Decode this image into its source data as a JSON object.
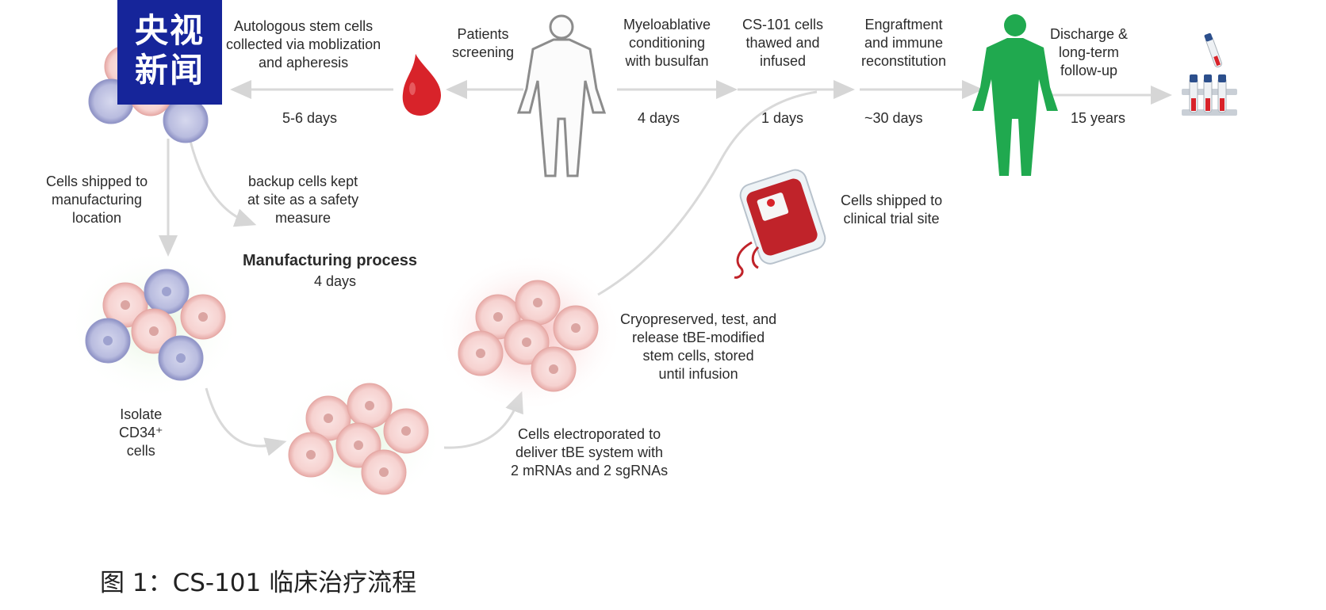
{
  "logo": {
    "line1": "央视",
    "line2": "新闻"
  },
  "timeline": {
    "collection": {
      "lines": [
        "Autologous stem cells",
        "collected via moblization",
        "and apheresis"
      ],
      "duration": "5-6 days"
    },
    "screening": {
      "lines": [
        "Patients",
        "screening"
      ]
    },
    "conditioning": {
      "lines": [
        "Myeloablative",
        "conditioning",
        "with busulfan"
      ],
      "duration": "4 days"
    },
    "infusion": {
      "lines": [
        "CS-101 cells",
        "thawed and",
        "infused"
      ],
      "duration": "1 days"
    },
    "engraftment": {
      "lines": [
        "Engraftment",
        "and immune",
        "reconstitution"
      ],
      "duration": "~30 days"
    },
    "followup": {
      "lines": [
        "Discharge &",
        "long-term",
        "follow-up"
      ],
      "duration": "15 years"
    }
  },
  "manufacturing": {
    "shipped_to_manufacturing": [
      "Cells shipped to",
      "manufacturing",
      "location"
    ],
    "backup": [
      "backup cells kept",
      "at site as a safety",
      "measure"
    ],
    "title": "Manufacturing process",
    "duration": "4 days",
    "isolate": [
      "Isolate",
      "CD34⁺",
      "cells"
    ],
    "electroporated": [
      "Cells electroporated to",
      "deliver tBE system with",
      "2 mRNAs and 2 sgRNAs"
    ],
    "cryopreserved": [
      "Cryopreserved, test, and",
      "release tBE-modified",
      "stem cells, stored",
      "until infusion"
    ],
    "shipped_to_site": [
      "Cells shipped to",
      "clinical trial site"
    ]
  },
  "caption": "图 1：CS-101 临床治疗流程",
  "colors": {
    "patient_figure": "#20a94f",
    "outline_figure": "#8c8c8c",
    "blood": "#d8232a",
    "pink_cell": "#f7d4d2",
    "blue_cell": "#b4b7dc",
    "logo_bg": "#16259a",
    "arrow": "#d9d9d9"
  }
}
